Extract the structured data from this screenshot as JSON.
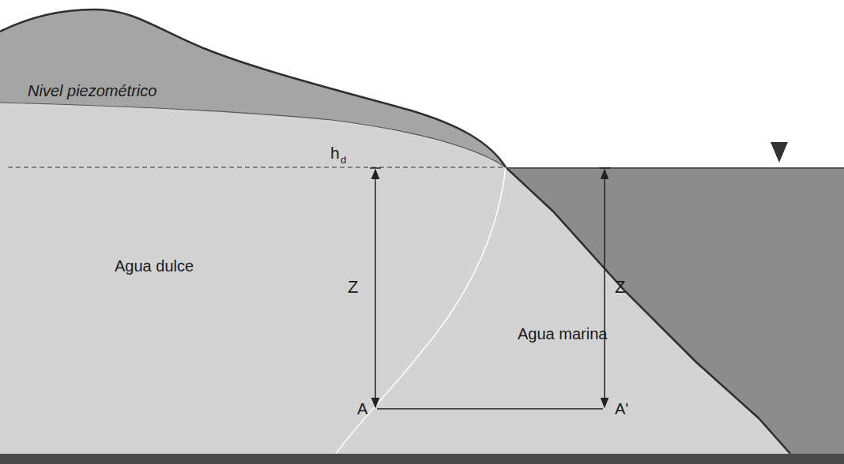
{
  "diagram": {
    "labels": [
      "Nivel piezométrico",
      "h",
      "d",
      "Agua dulce",
      "Z",
      "Z",
      "Agua marina",
      "A",
      "A'"
    ]
  }
}
